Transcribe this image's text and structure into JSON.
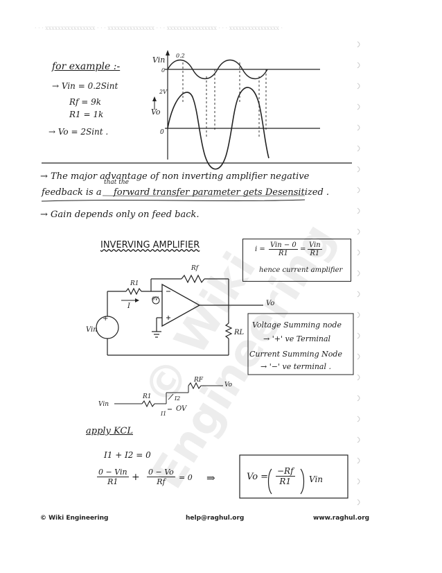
{
  "header": {
    "scan_text": "· · · xxxxxxxxxxxxxxxx · · · xxxxxxxxxxxxxxx · · · xxxxxxxxxxxxxxxx · · · xxxxxxxxxxxxxxxx ·"
  },
  "example": {
    "title": "for example :-",
    "vin": "→ Vin = 0.2Sint",
    "rf": "Rf = 9k",
    "r1": "R1 = 1k",
    "vo": "→ Vo = 2Sint ."
  },
  "waveform": {
    "vin_label": "Vin",
    "vin_amp": "0.2",
    "vin_zero": "0",
    "vo_label": "Vo",
    "vo_amp": "2V",
    "vo_zero": "0"
  },
  "notes": {
    "line1": "→ The major advantage of non inverting amplifier negative",
    "line2_prefix": "feedback is a",
    "line2_insert": "that the",
    "line2_rest": "forward transfer parameter gets Desensitized .",
    "line3": "→ Gain depends only on feed back."
  },
  "inverting": {
    "title": "INVERVING AMPLIFIER",
    "current_eq_lhs": "i =",
    "current_num": "Vin − 0",
    "current_den": "R1",
    "current_eq2": "=",
    "current_num2": "Vin",
    "current_den2": "R1",
    "current_note": "hence current amplifier",
    "label_r1": "R1",
    "label_rf": "Rf",
    "label_i": "I",
    "label_ov": "0V",
    "label_plus": "+",
    "label_vin": "Vin",
    "label_vo": "Vo",
    "label_rl": "RL",
    "summing1": "Voltage Summing node",
    "summing1b": "→ '+' ve Terminal",
    "summing2": "Current Summing Node",
    "summing2b": "→ '−' ve terminal ."
  },
  "kcl": {
    "node_rf": "RF",
    "node_vo": "Vo",
    "node_r1": "R1",
    "node_i2": "I2",
    "node_vin": "Vin",
    "node_i1": "I1",
    "node_ov": "OV",
    "title": "apply KCL",
    "eq1": "I1 + I2 = 0",
    "frac1_num": "0 − Vin",
    "frac1_den": "R1",
    "plus": "+",
    "frac2_num": "0 − Vo",
    "frac2_den": "Rf",
    "eq_zero": "= 0",
    "arrow": "⇒",
    "result_lhs": "Vo =",
    "result_num": "−Rf",
    "result_den": "R1",
    "result_rhs": "Vin"
  },
  "watermark": "© Wiki Engineering",
  "footer": {
    "left": "© Wiki Engineering",
    "center": "help@raghul.org",
    "right": "www.raghul.org"
  }
}
